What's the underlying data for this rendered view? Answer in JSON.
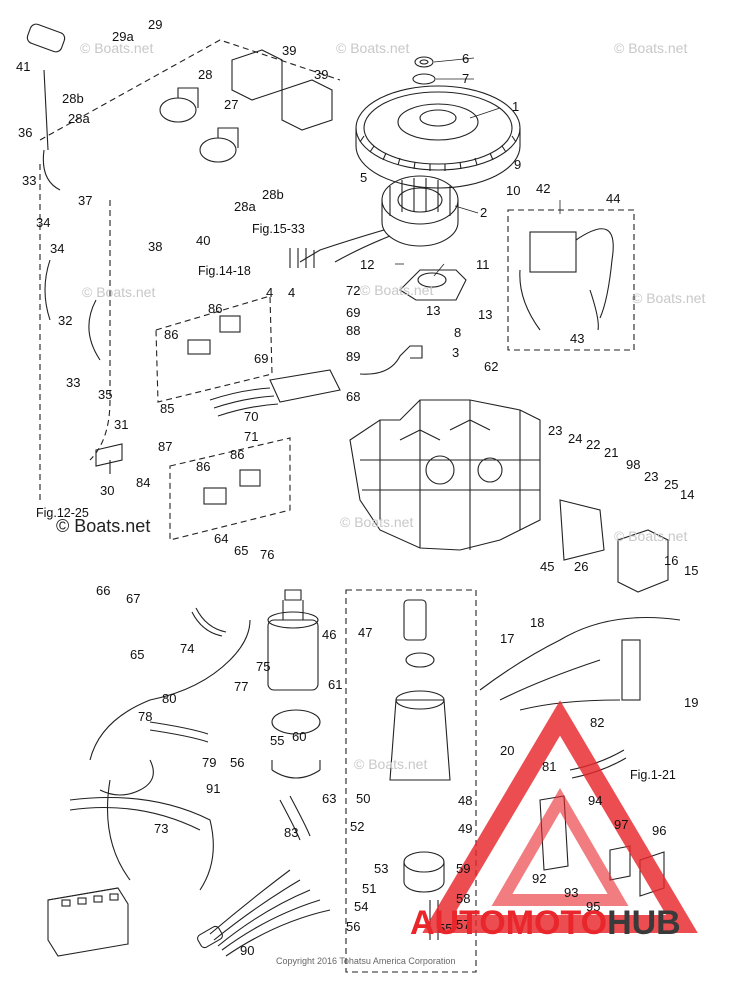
{
  "callouts": [
    "1",
    "2",
    "3",
    "4",
    "4",
    "5",
    "6",
    "7",
    "8",
    "9",
    "10",
    "11",
    "12",
    "13",
    "13",
    "14",
    "15",
    "16",
    "17",
    "18",
    "19",
    "20",
    "21",
    "22",
    "23",
    "23",
    "24",
    "25",
    "26",
    "27",
    "28",
    "28a",
    "28a",
    "28b",
    "28b",
    "29",
    "29a",
    "30",
    "31",
    "32",
    "33",
    "33",
    "34",
    "34",
    "35",
    "36",
    "37",
    "38",
    "39",
    "39",
    "40",
    "41",
    "42",
    "43",
    "44",
    "45",
    "46",
    "47",
    "48",
    "49",
    "50",
    "51",
    "52",
    "53",
    "54",
    "55",
    "55",
    "56",
    "56",
    "57",
    "58",
    "59",
    "60",
    "61",
    "62",
    "63",
    "64",
    "65",
    "65",
    "66",
    "67",
    "68",
    "69",
    "69",
    "70",
    "71",
    "72",
    "73",
    "74",
    "75",
    "76",
    "77",
    "78",
    "79",
    "80",
    "81",
    "82",
    "83",
    "84",
    "85",
    "86",
    "86",
    "86",
    "86",
    "87",
    "88",
    "89",
    "90",
    "91",
    "92",
    "93",
    "94",
    "95",
    "96",
    "97",
    "98"
  ],
  "refs": {
    "fig15": "Fig.15-33",
    "fig14": "Fig.14-18",
    "fig12": "Fig.12-25",
    "fig1": "Fig.1-21"
  },
  "watermarks": {
    "main": "© Boats.net",
    "copyright": "Copyright 2016 Tohatsu America Corporation"
  },
  "brand": {
    "part1": "AUTOMOTO",
    "part2": "HUB",
    "color1": "#e8262b",
    "color2": "#3a3a3a"
  }
}
